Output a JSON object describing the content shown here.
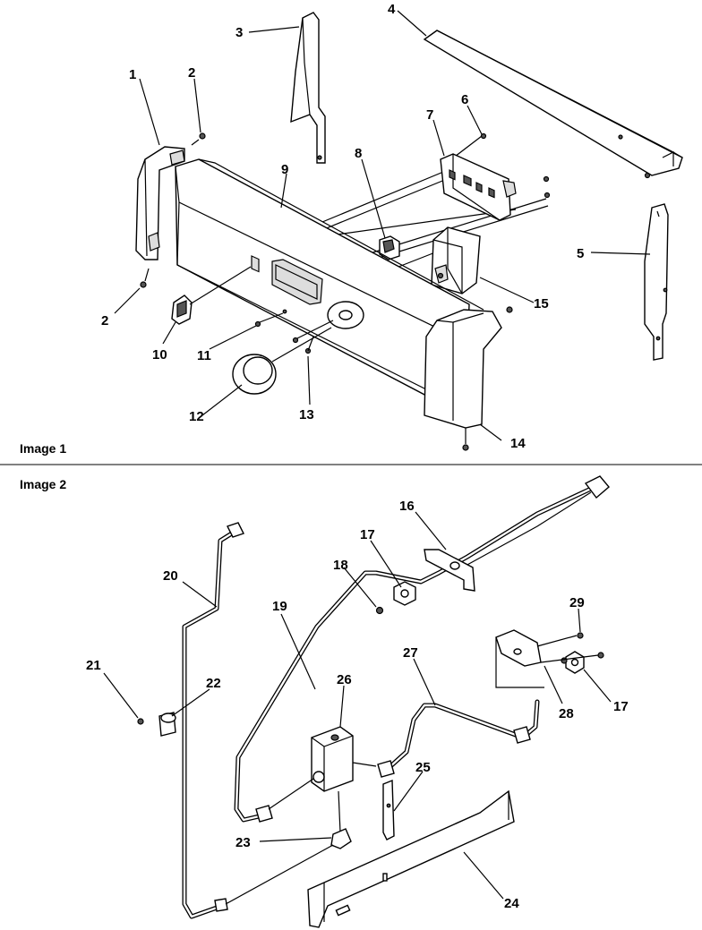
{
  "sections": [
    {
      "caption": "Image 1"
    },
    {
      "caption": "Image 2"
    }
  ],
  "callouts": [
    "1",
    "2",
    "2",
    "3",
    "4",
    "5",
    "6",
    "7",
    "8",
    "9",
    "10",
    "11",
    "12",
    "13",
    "14",
    "15",
    "16",
    "17",
    "17",
    "18",
    "19",
    "20",
    "21",
    "22",
    "23",
    "24",
    "25",
    "26",
    "27",
    "28",
    "29"
  ],
  "colors": {
    "ink": "#000000",
    "paper": "#ffffff",
    "shade": "#dddddd"
  }
}
